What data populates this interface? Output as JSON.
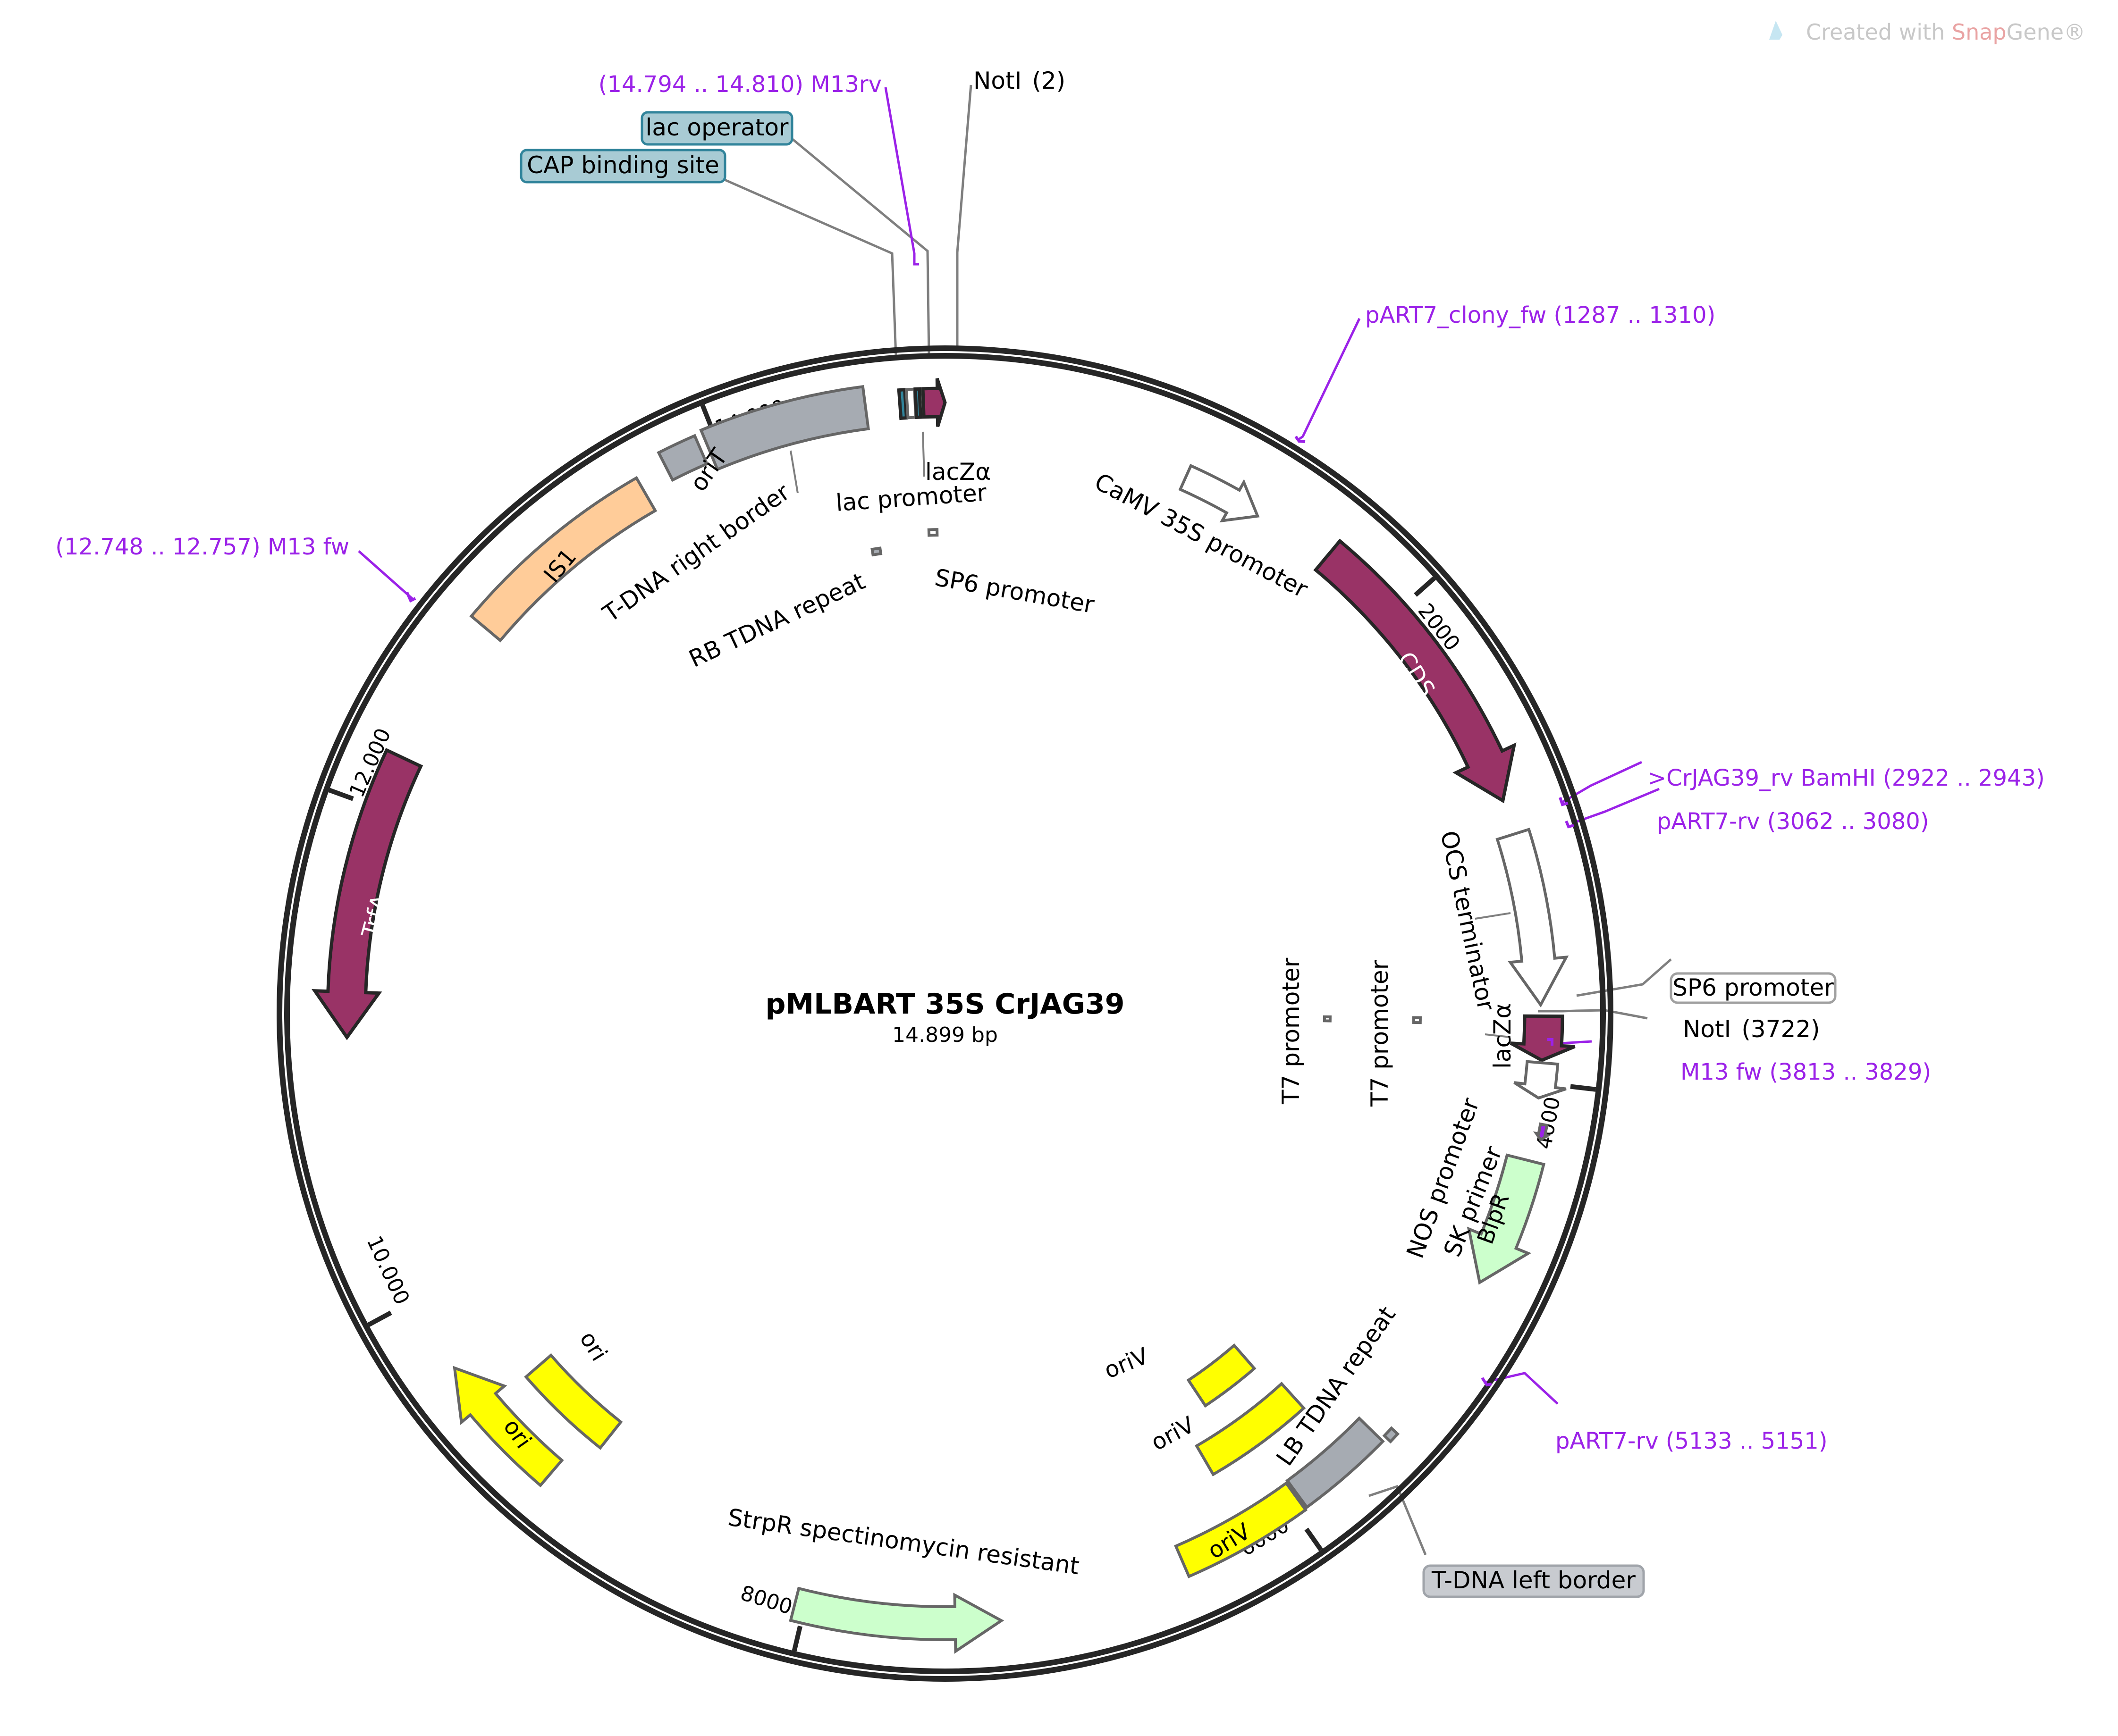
{
  "map": {
    "name": "pMLBART 35S CrJAG39",
    "length_label": "14.899 bp",
    "length_bp": 14899,
    "colors": {
      "backbone": "#262626",
      "feature_magenta": "#993366",
      "feature_gray": "#a6abb2",
      "feature_yellow": "#ffff00",
      "feature_green": "#ccffcc",
      "feature_orange": "#ffcc99",
      "feature_teal": "#31849b",
      "feature_white": "#ffffff",
      "primer": "#9b22e8",
      "label_box_teal": "#a8cbd4",
      "label_box_gray": "#c8cbd0"
    }
  },
  "watermark": {
    "prefix": "Created with ",
    "brand": "Snap",
    "suffix": "Gene®"
  },
  "ticks": [
    {
      "pos": 2000,
      "label": "2000"
    },
    {
      "pos": 4000,
      "label": "4000"
    },
    {
      "pos": 6000,
      "label": "6000"
    },
    {
      "pos": 8000,
      "label": "8000"
    },
    {
      "pos": 10000,
      "label": "10.000"
    },
    {
      "pos": 12000,
      "label": "12.000"
    },
    {
      "pos": 14000,
      "label": "14.000"
    }
  ],
  "features": [
    {
      "name": "CaMV 35S promoter",
      "start": 1000,
      "end": 1330,
      "strand": 1,
      "color": "#ffffff",
      "inner_label": false
    },
    {
      "name": "CDS",
      "start": 1650,
      "end": 2860,
      "strand": 1,
      "color": "#993366",
      "inner_label": true
    },
    {
      "name": "OCS terminator",
      "start": 3000,
      "end": 3690,
      "strand": 1,
      "color": "#ffffff",
      "inner_label": false
    },
    {
      "name": "lacZα",
      "start": 3735,
      "end": 3910,
      "strand": 1,
      "color": "#993366",
      "inner_label": false
    },
    {
      "name": "NOS promoter",
      "start": 3920,
      "end": 4060,
      "strand": 1,
      "color": "#ffffff",
      "inner_label": false
    },
    {
      "name": "SK primer",
      "start": 4160,
      "end": 4220,
      "strand": 1,
      "color": "#9b22e8",
      "inner_label": false
    },
    {
      "name": "BlpR",
      "start": 4310,
      "end": 4830,
      "strand": 1,
      "color": "#ccffcc",
      "inner_label": true
    },
    {
      "name": "LB TDNA repeat",
      "start": 5500,
      "end": 5540,
      "strand": 0,
      "color": "#a6abb2",
      "inner_label": false
    },
    {
      "name": "T-DNA left border",
      "start": 5560,
      "end": 5950,
      "strand": 0,
      "color": "#a6abb2",
      "inner_label": false
    },
    {
      "name": "oriV",
      "start": 5960,
      "end": 6480,
      "strand": 0,
      "color": "#ffff00",
      "inner_label": true
    },
    {
      "name": "oriV",
      "start": 5700,
      "end": 6200,
      "strand": 0,
      "color": "#ffff00",
      "inner_label": true
    },
    {
      "name": "oriV",
      "start": 5750,
      "end": 6060,
      "strand": 0,
      "color": "#ffff00",
      "inner_label": true
    },
    {
      "name": "StrpR spectinomycin resistant",
      "start": 7230,
      "end": 8040,
      "strand": -1,
      "color": "#ccffcc",
      "inner_label": false
    },
    {
      "name": "ori",
      "start": 9130,
      "end": 9690,
      "strand": 1,
      "color": "#ffff00",
      "inner_label": true
    },
    {
      "name": "ori",
      "start": 9040,
      "end": 9480,
      "strand": 0,
      "color": "#ffff00",
      "inner_label": true
    },
    {
      "name": "TrfA",
      "start": 11080,
      "end": 12220,
      "strand": -1,
      "color": "#993366",
      "inner_label": true
    },
    {
      "name": "IS1",
      "start": 12830,
      "end": 13660,
      "strand": 0,
      "color": "#ffcc99",
      "inner_label": true
    },
    {
      "name": "oriT",
      "start": 13780,
      "end": 13930,
      "strand": 0,
      "color": "#a6abb2",
      "inner_label": false
    },
    {
      "name": "T-DNA right border",
      "start": 13960,
      "end": 14590,
      "strand": 0,
      "color": "#a6abb2",
      "inner_label": false
    },
    {
      "name": "RB TDNA repeat",
      "start": 14530,
      "end": 14570,
      "strand": 0,
      "color": "#a6abb2",
      "inner_label": false
    },
    {
      "name": "CAP binding site",
      "start": 14724,
      "end": 14746,
      "strand": 0,
      "color": "#31849b",
      "inner_label": false
    },
    {
      "name": "lac promoter",
      "start": 14752,
      "end": 14783,
      "strand": 0,
      "color": "#ffffff",
      "inner_label": false
    },
    {
      "name": "lac operator",
      "start": 14786,
      "end": 14802,
      "strand": 0,
      "color": "#31849b",
      "inner_label": false
    },
    {
      "name": "lacZα",
      "start": 14815,
      "end": 14899,
      "strand": 1,
      "color": "#993366",
      "inner_label": false
    },
    {
      "name": "SP6 promoter",
      "start": 14820,
      "end": 14860,
      "strand": 0,
      "color": "#ffffff",
      "inner_label": false
    },
    {
      "name": "T7 promoter",
      "start": 3745,
      "end": 3770,
      "strand": 0,
      "color": "#ffffff",
      "inner_label": false
    },
    {
      "name": "T7 promoter",
      "start": 3745,
      "end": 3770,
      "strand": 0,
      "color": "#ffffff",
      "inner_label": false
    }
  ],
  "labels": {
    "camv": "CaMV 35S promoter",
    "ocs": "OCS terminator",
    "lacza_right": "lacZα",
    "t7_a": "T7 promoter",
    "t7_b": "T7 promoter",
    "nos": "NOS promoter",
    "sk": "SK primer",
    "lb_repeat": "LB TDNA repeat",
    "strpr": "StrpR spectinomycin resistant",
    "orit": "oriT",
    "tdna_rb": "T-DNA right border",
    "rb_repeat": "RB TDNA repeat",
    "lac_promoter": "lac promoter",
    "lacza_top": "lacZα",
    "sp6_top": "SP6 promoter",
    "cds": "CDS",
    "blpr": "BlpR",
    "trfa": "TrfA",
    "is1": "IS1",
    "ori_a": "ori",
    "ori_b": "ori",
    "oriv_a": "oriV",
    "oriv_b": "oriV",
    "oriv_c": "oriV"
  },
  "boxed_labels": {
    "lac_operator": "lac operator",
    "cap_binding_site": "CAP binding site",
    "sp6_promoter_right": "SP6 promoter",
    "tdna_left_border": "T-DNA left border"
  },
  "sites": [
    {
      "name": "NotI",
      "pos_label": "(2)"
    },
    {
      "name": "NotI",
      "pos_label": "(3722)"
    }
  ],
  "primers": [
    {
      "text": "(14.794 .. 14.810)  M13rv"
    },
    {
      "text": "pART7_clony_fw   (1287 .. 1310)"
    },
    {
      "text": ">CrJAG39_rv BamHI    (2922 .. 2943)"
    },
    {
      "text": "pART7-rv   (3062 .. 3080)"
    },
    {
      "text": "M13 fw   (3813 .. 3829)"
    },
    {
      "text": "pART7-rv   (5133 .. 5151)"
    },
    {
      "text": "(12.748 .. 12.757)  M13 fw"
    }
  ]
}
